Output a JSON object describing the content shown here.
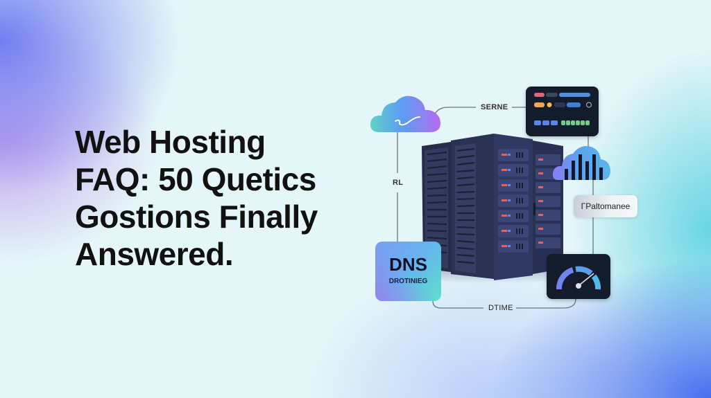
{
  "headline": {
    "lines": [
      "Web Hosting",
      "FAQ: 50 Quetics",
      "Gostions Finally",
      "Answered."
    ]
  },
  "diagram": {
    "labels": {
      "top_connector": "SERNE",
      "left_connector": "RL",
      "bottom_connector": "DTIME"
    },
    "dns_card": {
      "title": "DNS",
      "subtitle": "DROTINIEG"
    },
    "performance_card": {
      "label": "ΓPaltomanee"
    },
    "icons": [
      "cloud-sync-icon",
      "dashboard-panel-icon",
      "cloud-bar-chart-icon",
      "server-rack-icon",
      "speedometer-icon"
    ]
  },
  "colors": {
    "headline": "#111111",
    "panel_dark": "#141c2c",
    "server_navy": "#2b3152",
    "accent_blue": "#5b8cf0",
    "accent_purple": "#b06ef0",
    "accent_teal": "#5fe0cc"
  }
}
